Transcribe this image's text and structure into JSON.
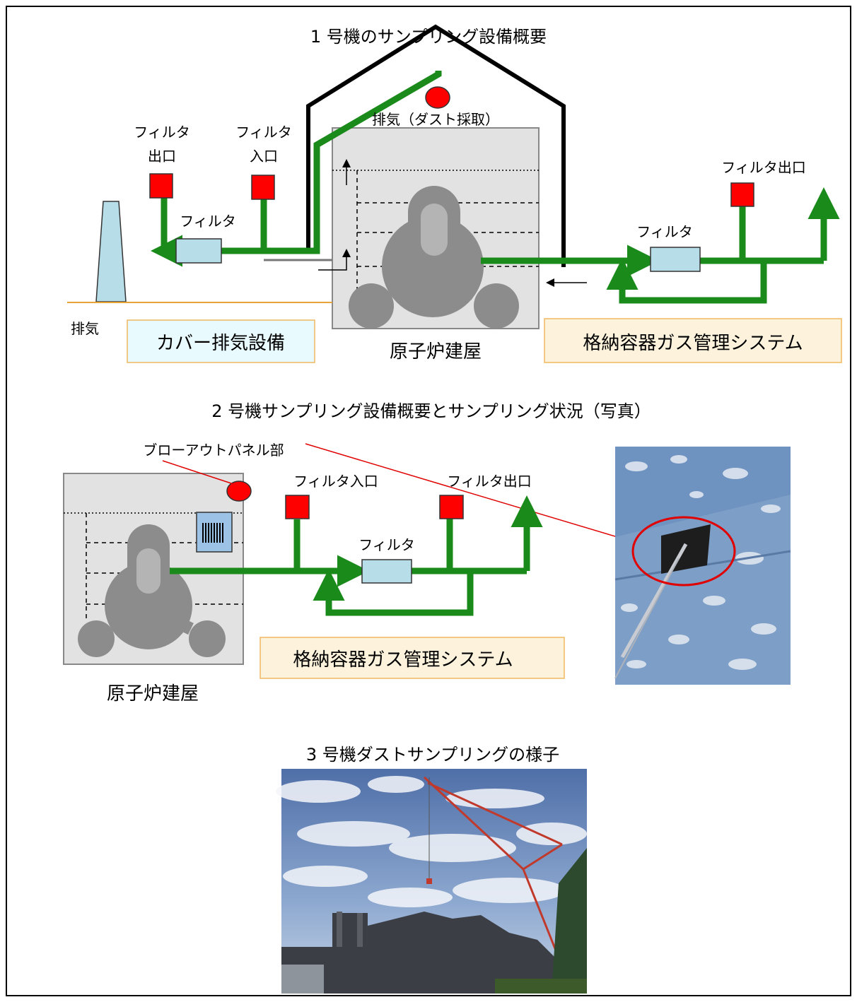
{
  "unit1": {
    "title": "1 号機のサンプリング設備概要",
    "exhaust_dust_label": "排気（ダスト採取）",
    "filter_outlet_left": [
      "フィルタ",
      "出口"
    ],
    "filter_inlet_left": [
      "フィルタ",
      "入口"
    ],
    "filter_left": "フィルタ",
    "exhaust_label": "排気",
    "cover_system_label": "カバー排気設備",
    "reactor_building_label": "原子炉建屋",
    "filter_outlet_right": "フィルタ出口",
    "filter_right": "フィルタ",
    "pcv_gas_system_label": "格納容器ガス管理システム"
  },
  "unit2": {
    "title": "2 号機サンプリング設備概要とサンプリング状況（写真）",
    "blowout_panel_label": "ブローアウトパネル部",
    "filter_inlet": "フィルタ入口",
    "filter_outlet": "フィルタ出口",
    "filter": "フィルタ",
    "pcv_gas_system_label": "格納容器ガス管理システム",
    "reactor_building_label": "原子炉建屋"
  },
  "unit3": {
    "title": "3 号機ダストサンプリングの様子"
  },
  "colors": {
    "pipe_green": "#1a8a1a",
    "sample_red": "#ff0000",
    "filter_box": "#b7dde8",
    "building_gray": "#e2e2e2",
    "reactor_gray": "#8c8c8c",
    "cover_label_bg": "#e8fafd",
    "pcv_label_bg": "#fdf3dc"
  }
}
